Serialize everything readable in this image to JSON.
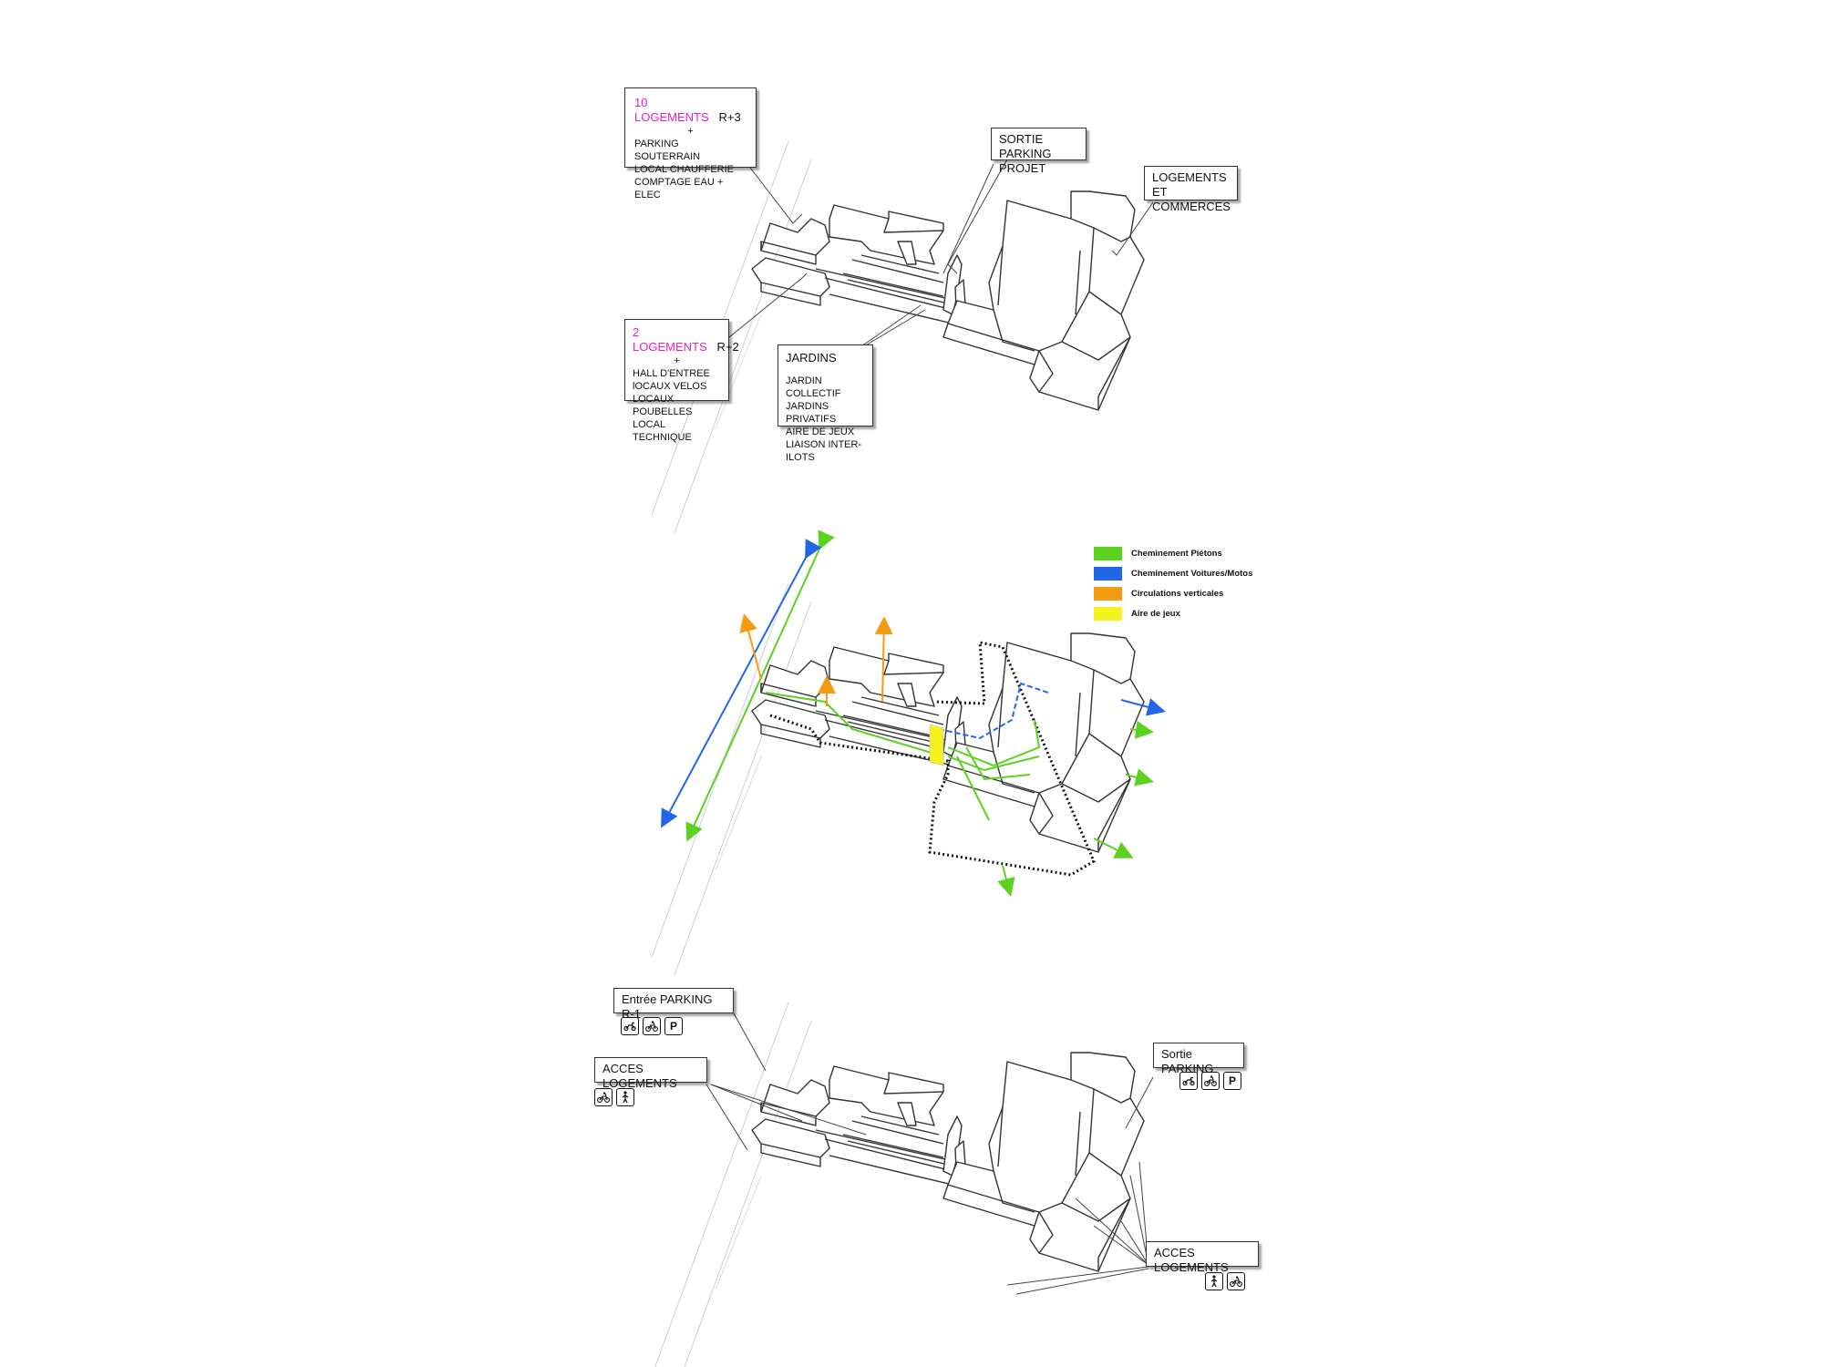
{
  "diagram1": {
    "box_logements10": {
      "title": "10 LOGEMENTS",
      "level": "R+3",
      "plus": "+",
      "lines": [
        "PARKING SOUTERRAIN",
        "LOCAL CHAUFFERIE",
        "COMPTAGE EAU + ELEC"
      ]
    },
    "box_sortie_parking": {
      "line1": "SORTIE PARKING",
      "line2": "PROJET"
    },
    "box_logements_commerces": {
      "line1": "LOGEMENTS",
      "line2": "ET COMMERCES"
    },
    "box_logements2": {
      "title": "2 LOGEMENTS",
      "level": "R+2",
      "plus": "+",
      "lines": [
        "HALL D'ENTREE",
        "lOCAUX VELOS",
        "LOCAUX POUBELLES",
        "LOCAL TECHNIQUE"
      ]
    },
    "box_jardins": {
      "title": "JARDINS",
      "lines": [
        "JARDIN COLLECTIF",
        "JARDINS PRIVATIFS",
        "AIRE DE JEUX",
        "LIAISON INTER-ILOTS"
      ]
    }
  },
  "diagram2": {
    "legend": [
      {
        "label": "Cheminement Piétons",
        "color": "#5ad21e"
      },
      {
        "label": "Cheminement Voitures/Motos",
        "color": "#2266e8"
      },
      {
        "label": "Circulations verticales",
        "color": "#f39b12"
      },
      {
        "label": "Aire de jeux",
        "color": "#f6f21e"
      }
    ]
  },
  "diagram3": {
    "box_entree_parking": {
      "title": "Entrée PARKING  R-1",
      "icons": [
        "scooter-icon",
        "bicycle-icon",
        "parking-icon"
      ],
      "parking_glyph": "P"
    },
    "box_acces_logements_left": {
      "title": "ACCES LOGEMENTS",
      "icons": [
        "bicycle-icon",
        "pedestrian-icon"
      ]
    },
    "box_sortie_parking": {
      "title": "Sortie PARKING",
      "icons": [
        "scooter-icon",
        "bicycle-icon",
        "parking-icon"
      ],
      "parking_glyph": "P"
    },
    "box_acces_logements_right": {
      "title": "ACCES LOGEMENTS",
      "icons": [
        "pedestrian-icon",
        "bicycle-icon"
      ]
    }
  },
  "colors": {
    "magenta_title": "#e020c8",
    "pedestrian_green": "#5ad21e",
    "vehicle_blue": "#2266e8",
    "vertical_orange": "#f39b12",
    "play_yellow": "#f6f21e"
  }
}
